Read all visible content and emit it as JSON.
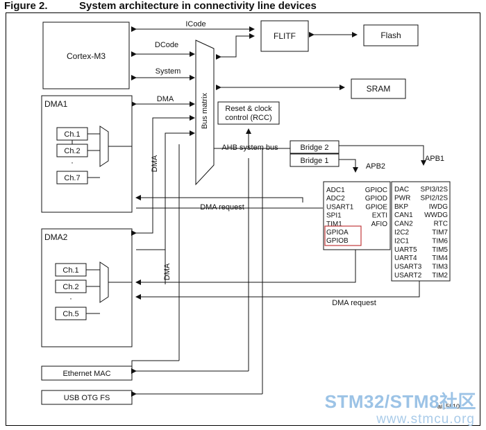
{
  "figure": {
    "number": "Figure 2.",
    "title": "System architecture in connectivity line devices",
    "id": "ai15810"
  },
  "blocks": {
    "cortex": "Cortex-M3",
    "flitf": "FLITF",
    "flash": "Flash",
    "sram": "SRAM",
    "rcc_line1": "Reset & clock",
    "rcc_line2": "control (RCC)",
    "bus_matrix": "Bus matrix",
    "bridge2": "Bridge  2",
    "bridge1": "Bridge  1",
    "dma1": "DMA1",
    "dma2": "DMA2",
    "ethernet": "Ethernet MAC",
    "usb": "USB OTG FS"
  },
  "buses": {
    "icode": "ICode",
    "dcode": "DCode",
    "system": "System",
    "dma": "DMA",
    "ahb": "AHB system bus",
    "apb2": "APB2",
    "apb1": "APB1",
    "dma_request": "DMA request",
    "dma_vertical": "DMA"
  },
  "dma1_channels": [
    "Ch.1",
    "Ch.2",
    "Ch.7"
  ],
  "dma2_channels": [
    "Ch.1",
    "Ch.2",
    "Ch.5"
  ],
  "apb2_left": [
    "ADC1",
    "ADC2",
    "USART1",
    "SPI1",
    "TIM1",
    "GPIOA",
    "GPIOB"
  ],
  "apb2_right": [
    "GPIOC",
    "GPIOD",
    "GPIOE",
    "EXTI",
    "AFIO"
  ],
  "apb1_left": [
    "DAC",
    "PWR",
    "BKP",
    "CAN1",
    "CAN2",
    "I2C2",
    "I2C1",
    "UART5",
    "UART4",
    "USART3",
    "USART2"
  ],
  "apb1_right": [
    "SPI3/I2S",
    "SPI2/I2S",
    "IWDG",
    "WWDG",
    "RTC",
    "TIM7",
    "TIM6",
    "TIM5",
    "TIM4",
    "TIM3",
    "TIM2"
  ],
  "watermark": {
    "text": "STM32/STM8社区",
    "url": "www.stmcu.org"
  },
  "colors": {
    "line": "#111111",
    "highlight": "#c0393b",
    "watermark": "#9cc3e6"
  }
}
